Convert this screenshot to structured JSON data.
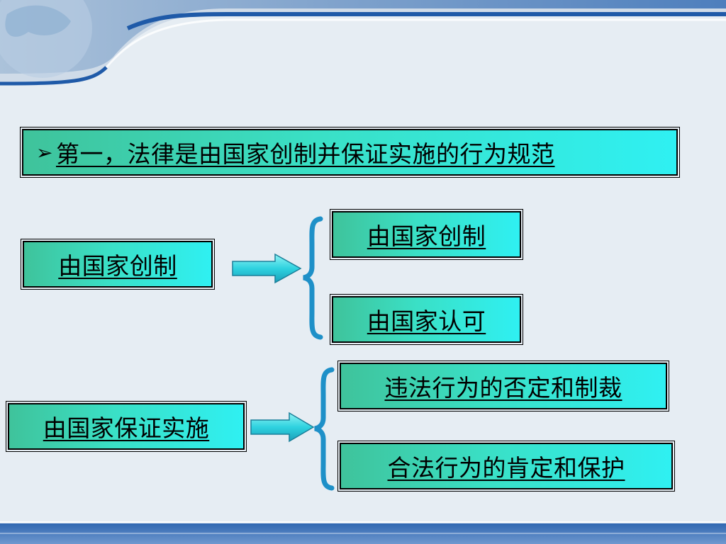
{
  "slide": {
    "title": {
      "bullet_icon": "arrowhead-bullet-icon",
      "text": "第一，法律是由国家创制并保证实施的行为规范"
    },
    "groups": [
      {
        "source": "由国家创制",
        "targets": [
          "由国家创制",
          "由国家认可"
        ]
      },
      {
        "source": "由国家保证实施",
        "targets": [
          "违法行为的否定和制裁",
          "合法行为的肯定和保护"
        ]
      }
    ]
  },
  "colors": {
    "background": "#e6edf3",
    "box_gradient_start": "#3fc39b",
    "box_gradient_end": "#2ff0f2",
    "brace": "#1e90c8",
    "header_band": "#1f5aa8"
  }
}
